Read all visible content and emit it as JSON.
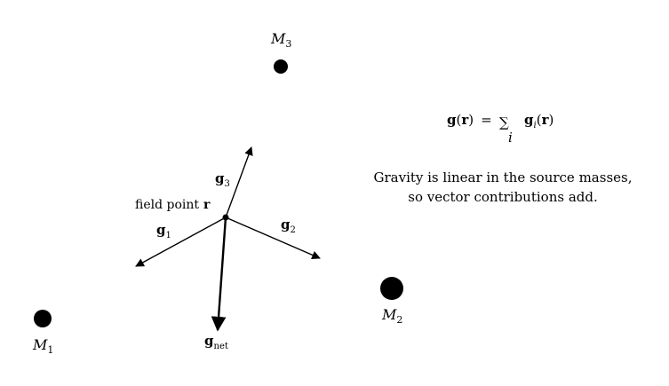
{
  "labels": {
    "field_point": "field point",
    "r": "r",
    "masses": [
      {
        "base": "M",
        "sub": "1"
      },
      {
        "base": "M",
        "sub": "2"
      },
      {
        "base": "M",
        "sub": "3"
      }
    ],
    "vectors": [
      {
        "base": "g",
        "sub": "1"
      },
      {
        "base": "g",
        "sub": "2"
      },
      {
        "base": "g",
        "sub": "3"
      },
      {
        "base": "g",
        "sub": "net"
      }
    ]
  },
  "equation": {
    "lhs_g": "g",
    "lhs_paren_open": "(",
    "lhs_r": "r",
    "lhs_paren_close": ")",
    "equals": "=",
    "sum_symbol": "∑",
    "sum_index": "i",
    "rhs_g": "g",
    "rhs_sub": "i",
    "rhs_paren_open": "(",
    "rhs_r": "r",
    "rhs_paren_close": ")"
  },
  "note": {
    "line1": "Gravity is linear in the source masses,",
    "line2": "so vector contributions add."
  },
  "colors": {
    "ink": "#000000",
    "background": "#ffffff"
  }
}
